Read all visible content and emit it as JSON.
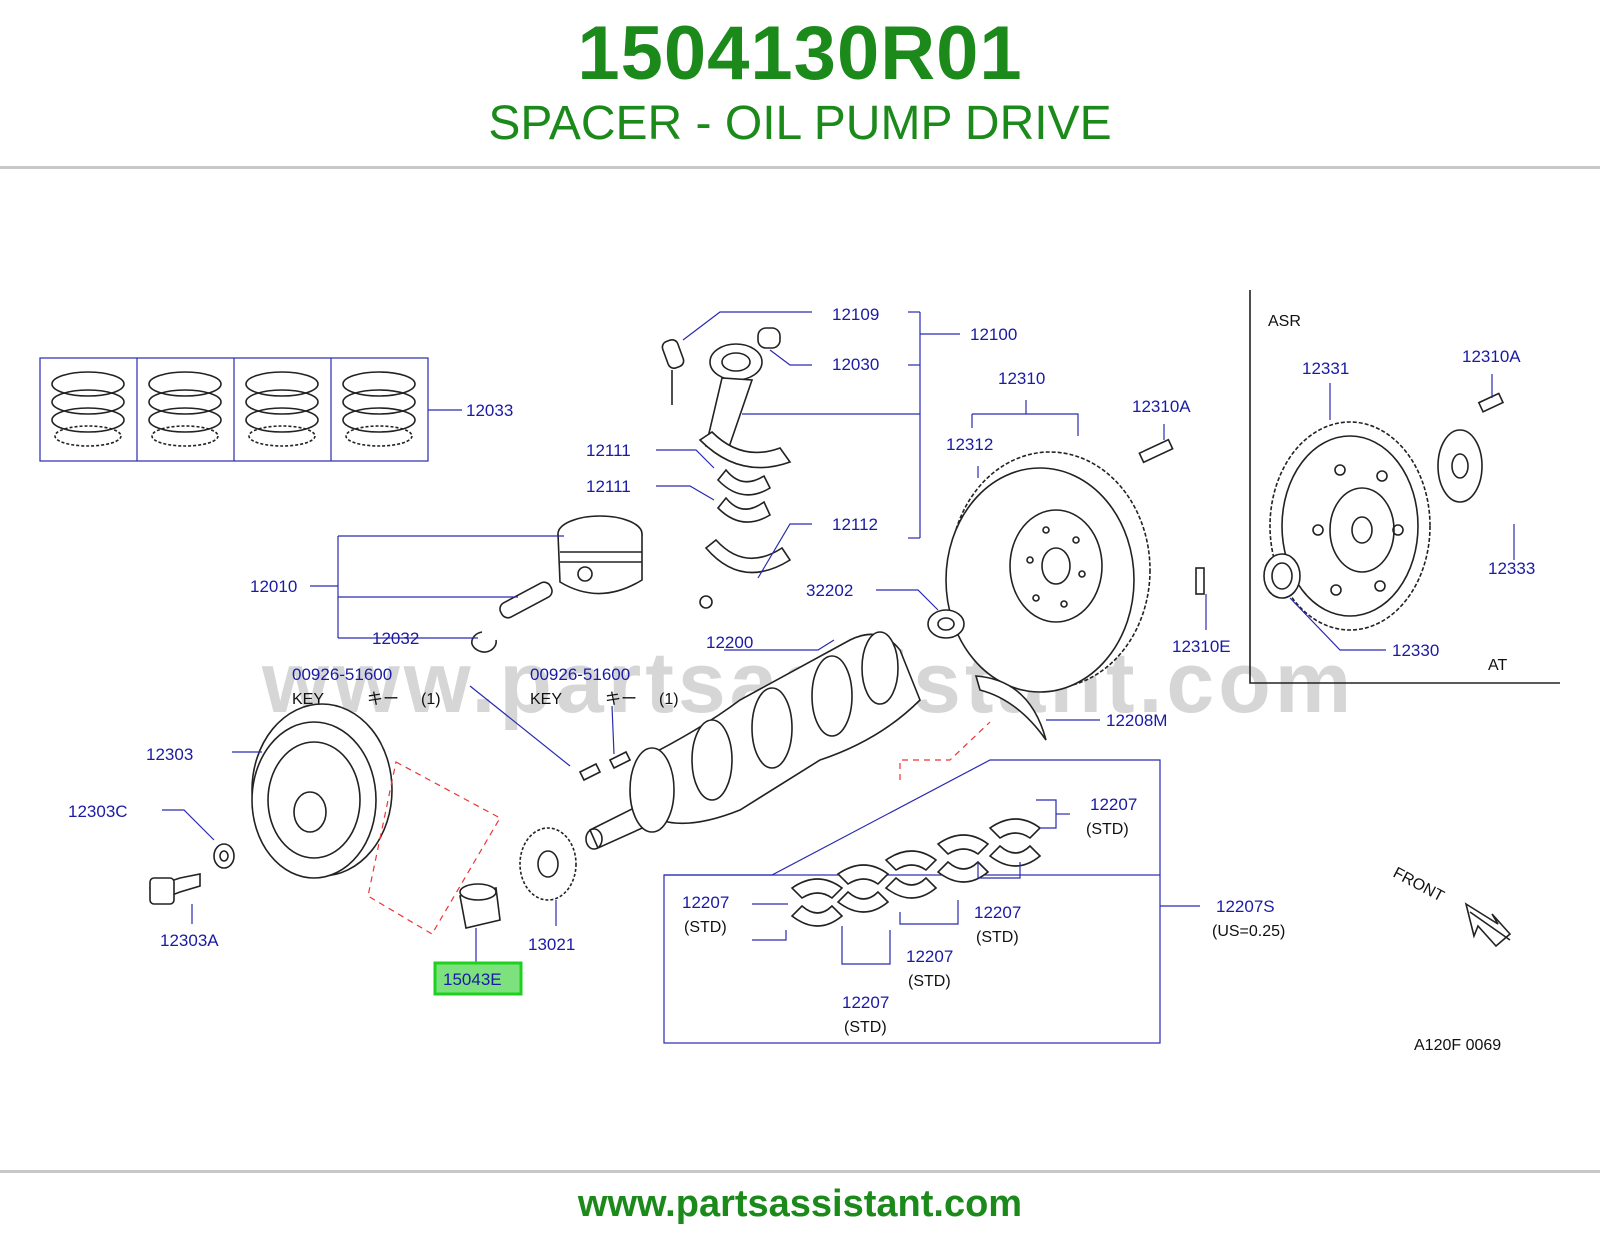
{
  "header": {
    "part_number": "1504130R01",
    "part_name": "SPACER - OIL PUMP DRIVE"
  },
  "watermark": "www.partsassistant.com",
  "footer": {
    "url": "www.partsassistant.com"
  },
  "diagram": {
    "highlight_color": "#1fd11f",
    "label_color": "#1a1aa6",
    "title_color": "#1b8a1b",
    "callouts": {
      "c12109": "12109",
      "c12100": "12100",
      "c12030": "12030",
      "c12033": "12033",
      "c12111a": "12111",
      "c12111b": "12111",
      "c12112": "12112",
      "c12310": "12310",
      "c12310a": "12310A",
      "c12312": "12312",
      "c12010": "12010",
      "c32202": "32202",
      "c12032": "12032",
      "c12200": "12200",
      "c12310e": "12310E",
      "c00926a": "00926-51600",
      "c00926b": "00926-51600",
      "key_a": "KEY",
      "kana_a": "キー",
      "qty_a": "(1)",
      "key_b": "KEY",
      "kana_b": "キー",
      "qty_b": "(1)",
      "c12303": "12303",
      "c12208m": "12208M",
      "c12303c": "12303C",
      "c12207a": "12207",
      "std_a": "(STD)",
      "c12207b": "12207",
      "std_b": "(STD)",
      "c12207c": "12207",
      "std_c": "(STD)",
      "c12207d": "12207",
      "std_d": "(STD)",
      "c12207e": "12207",
      "std_e": "(STD)",
      "c12207s": "12207S",
      "us025": "(US=0.25)",
      "c12303a": "12303A",
      "c13021": "13021",
      "c15043e": "15043E",
      "asr": "ASR",
      "c12331": "12331",
      "c12310a2": "12310A",
      "c12333": "12333",
      "c12330": "12330",
      "at": "AT",
      "front": "FRONT",
      "ref": "A120F   0069"
    }
  }
}
